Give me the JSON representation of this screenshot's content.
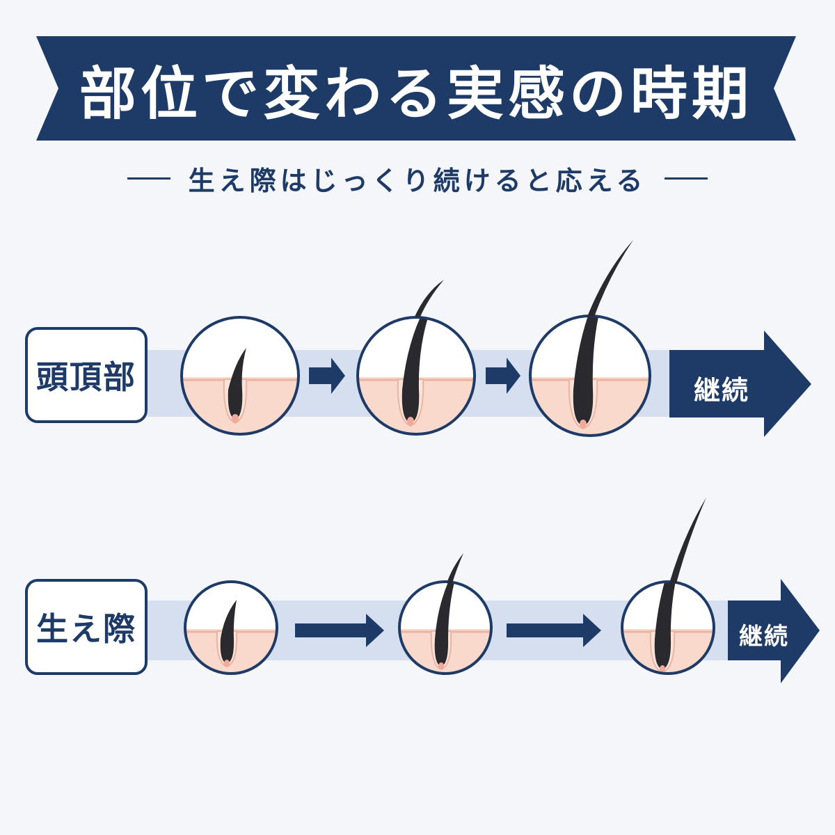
{
  "title": "部位で変わる実感の時期",
  "subtitle": "生え際はじっくり続けると応える",
  "rows": [
    {
      "region": "頭頂部",
      "continue_label": "継続"
    },
    {
      "region": "生え際",
      "continue_label": "継続"
    }
  ],
  "colors": {
    "navy": "#1e3a66",
    "band": "#d6dff0",
    "skin": "#f8d9cc",
    "hair": "#2a2a2e"
  }
}
